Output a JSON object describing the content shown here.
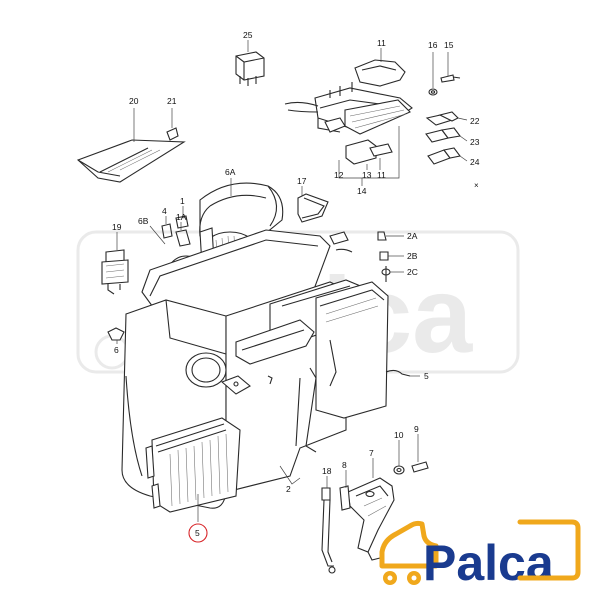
{
  "brand": {
    "name": "Palca",
    "text_color": "#1a3b8f",
    "icon_color": "#f0a81c"
  },
  "watermark": {
    "text": "Palca",
    "color": "#d9d9d9"
  },
  "highlight": {
    "label": "5",
    "color": "#d8262a"
  },
  "callouts": [
    {
      "id": "c25",
      "label": "25"
    },
    {
      "id": "c11a",
      "label": "11"
    },
    {
      "id": "c16",
      "label": "16"
    },
    {
      "id": "c15",
      "label": "15"
    },
    {
      "id": "c20",
      "label": "20"
    },
    {
      "id": "c21",
      "label": "21"
    },
    {
      "id": "c22",
      "label": "22"
    },
    {
      "id": "c23",
      "label": "23"
    },
    {
      "id": "c24",
      "label": "24"
    },
    {
      "id": "c12",
      "label": "12"
    },
    {
      "id": "c13",
      "label": "13"
    },
    {
      "id": "c11b",
      "label": "11"
    },
    {
      "id": "c14",
      "label": "14"
    },
    {
      "id": "c6A",
      "label": "6A"
    },
    {
      "id": "c17",
      "label": "17"
    },
    {
      "id": "c1",
      "label": "1"
    },
    {
      "id": "c4",
      "label": "4"
    },
    {
      "id": "c1A",
      "label": "1A"
    },
    {
      "id": "c6B",
      "label": "6B"
    },
    {
      "id": "c19",
      "label": "19"
    },
    {
      "id": "c2A",
      "label": "2A"
    },
    {
      "id": "c2B",
      "label": "2B"
    },
    {
      "id": "c2C",
      "label": "2C"
    },
    {
      "id": "c6",
      "label": "6"
    },
    {
      "id": "c5r",
      "label": "5"
    },
    {
      "id": "c10",
      "label": "10"
    },
    {
      "id": "c9",
      "label": "9"
    },
    {
      "id": "c7",
      "label": "7"
    },
    {
      "id": "c18",
      "label": "18"
    },
    {
      "id": "c8",
      "label": "8"
    },
    {
      "id": "c2",
      "label": "2"
    }
  ]
}
